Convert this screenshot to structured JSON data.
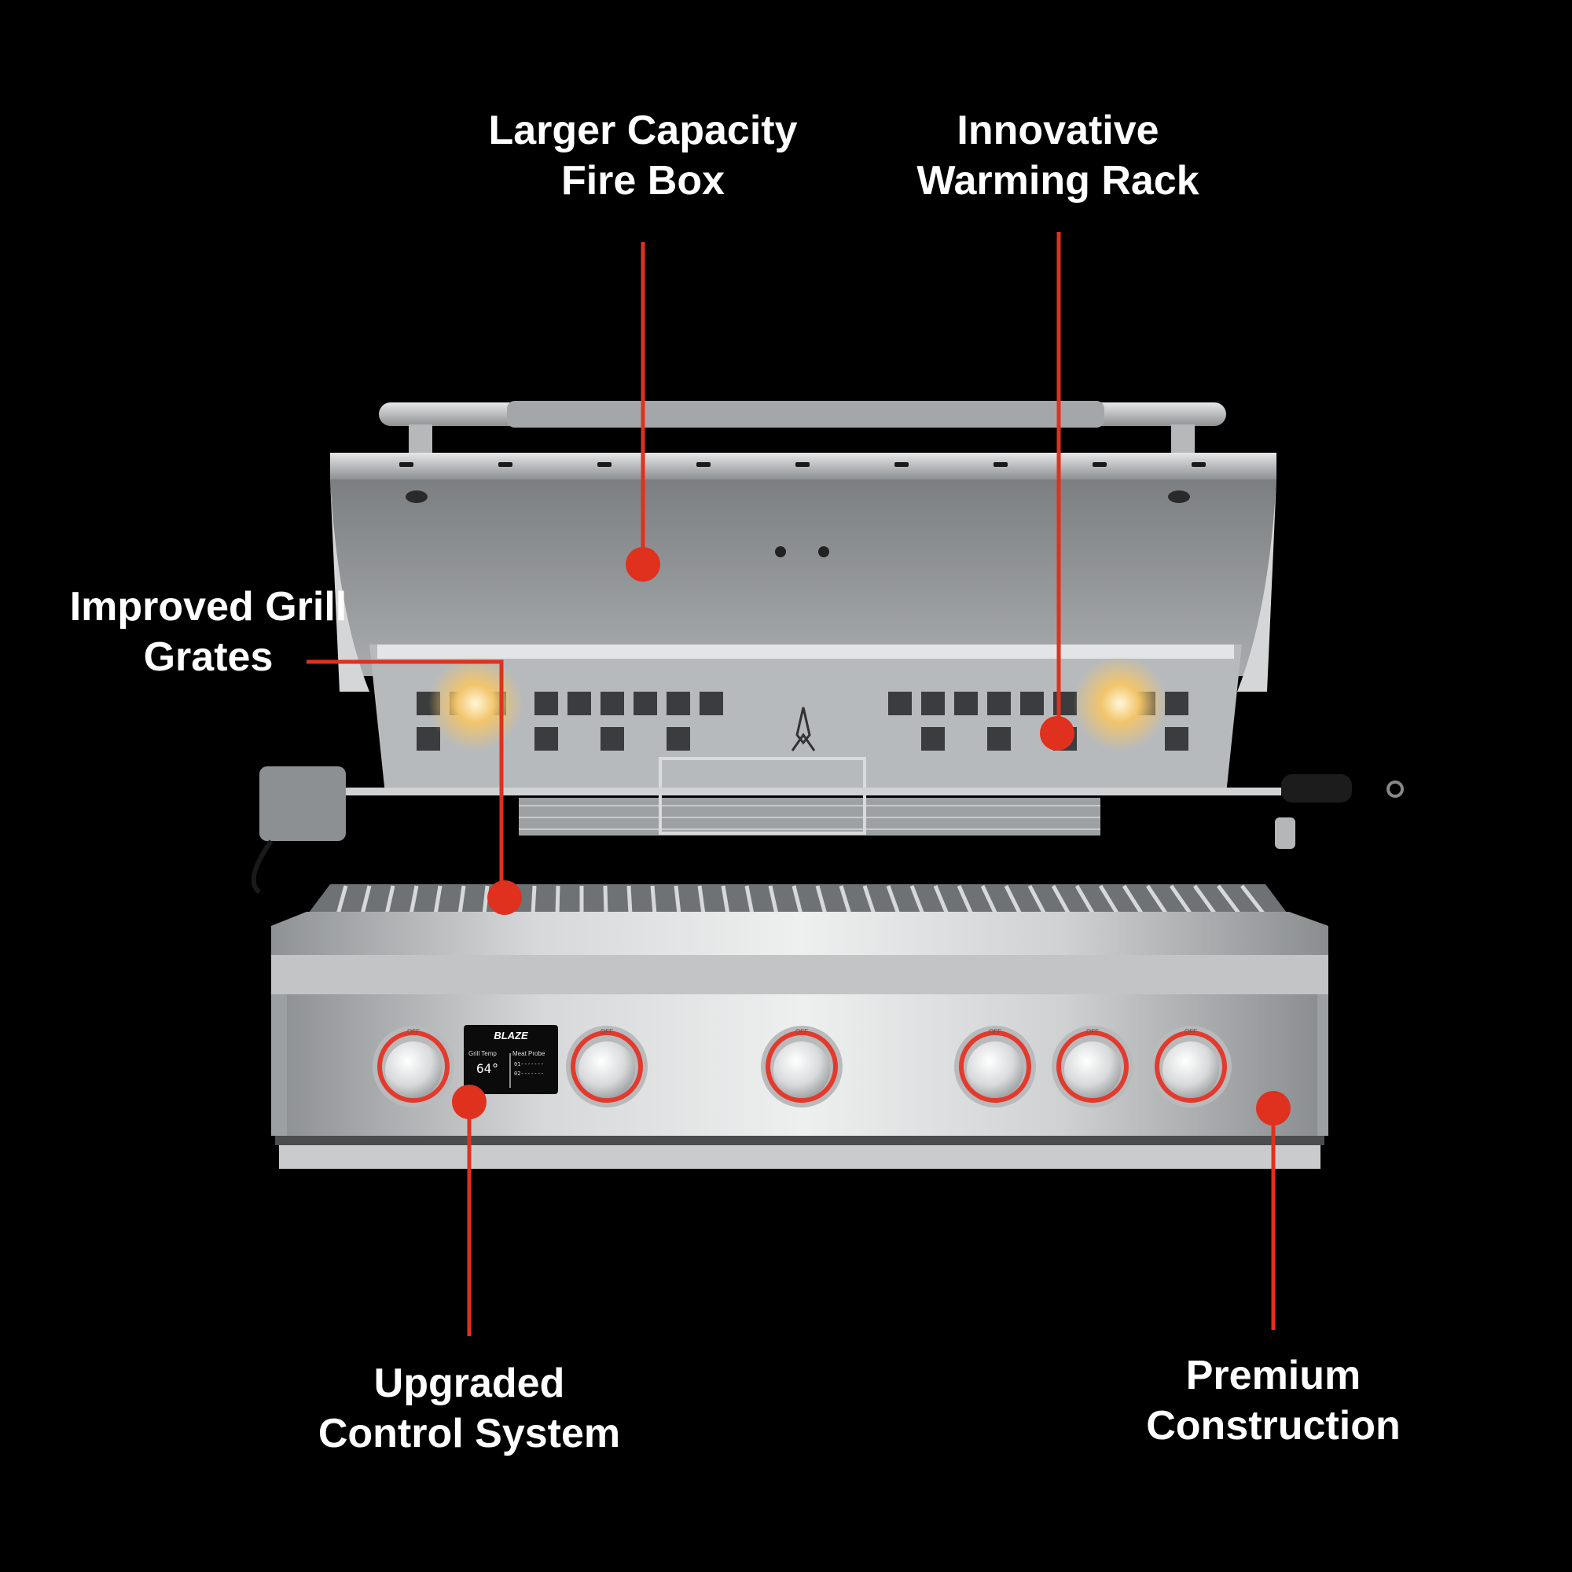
{
  "colors": {
    "background": "#000000",
    "callout": "#e0301e",
    "label_text": "#ffffff",
    "knob_ring": "#e23b2e",
    "steel": "#c9cbcc"
  },
  "callouts": {
    "fire_box": {
      "line1": "Larger Capacity",
      "line2": "Fire Box"
    },
    "warming_rack": {
      "line1": "Innovative",
      "line2": "Warming Rack"
    },
    "grill_grates": {
      "line1": "Improved Grill",
      "line2": "Grates"
    },
    "control_system": {
      "line1": "Upgraded",
      "line2": "Control System"
    },
    "construction": {
      "line1": "Premium",
      "line2": "Construction"
    }
  },
  "display": {
    "brand": "BLAZE",
    "grill_temp_label": "Grill Temp",
    "grill_temp_value": "64°",
    "meat_probe_label": "Meat Probe",
    "probe_1": "01-------",
    "probe_2": "02-------"
  },
  "knobs": {
    "count": 6,
    "marking": "OFF"
  }
}
